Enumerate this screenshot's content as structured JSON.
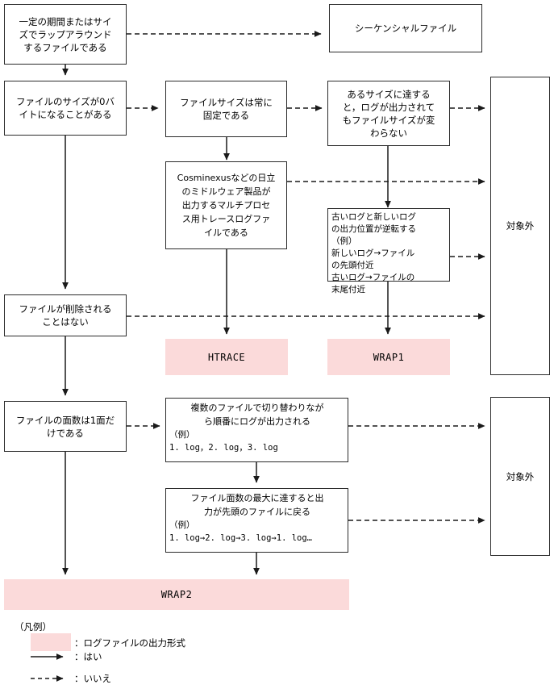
{
  "diagram": {
    "title_colors": {
      "box_border": "#2b2b2b",
      "pink_fill": "#fbdada",
      "line": "#1a1a1a"
    },
    "nodes": {
      "q_wraparound": "一定の期間またはサイ\nズでラップアラウンド\nするファイルである",
      "out_sequential": "シーケンシャルファイル",
      "q_zero_size": "ファイルのサイズが0バ\nイトになることがある",
      "q_fixed_size": "ファイルサイズは常に\n固定である",
      "q_reach_size": "あるサイズに達する\nと，ログが出力されて\nもファイルサイズが変\nわらない",
      "q_cosminexus": "Cosminexusなどの日立\nのミドルウェア製品が\n出力するマルチプロセ\nス用トレースログファ\nイルである",
      "q_reverse_order": "古いログと新しいログ\nの出力位置が逆転する\n（例）\n新しいログ→ファイル\nの先頭付近\n古いログ→ファイルの\n末尾付近",
      "q_not_deleted": "ファイルが削除される\nことはない",
      "out_htrace": "HTRACE",
      "out_wrap1": "WRAP1",
      "out_excluded_upper": "対象外",
      "out_excluded_lower": "対象外",
      "q_single_plane": "ファイルの面数は1面だ\nけである",
      "q_rotate_multi_head": "複数のファイルで切り替わりなが\nら順番にログが出力される",
      "q_rotate_multi_example": "（例）\n 1. log，2. log，3. log",
      "q_wrap_to_first_head": "ファイル面数の最大に達すると出\n力が先頭のファイルに戻る",
      "q_wrap_to_first_example": "（例）\n 1. log→2. log→3. log→1. log…",
      "out_wrap2": "WRAP2"
    },
    "legend": {
      "title": "（凡例）",
      "swatch_label": "：ログファイルの出力形式",
      "solid_label": "：はい",
      "dashed_label": "：いいえ"
    }
  }
}
